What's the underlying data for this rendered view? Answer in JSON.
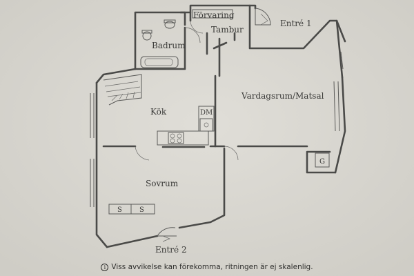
{
  "rooms": {
    "forvaring": "Förvaring",
    "tambur": "Tambur",
    "entre1": "Entré 1",
    "badrum": "Badrum",
    "kok": "Kök",
    "vardagsrum": "Vardagsrum/Matsal",
    "sovrum": "Sovrum",
    "entre2": "Entré 2"
  },
  "fixtures": {
    "dm": "DM",
    "g": "G",
    "s1": "S",
    "s2": "S"
  },
  "disclaimer": {
    "icon": "i",
    "text": "Viss avvikelse kan förekomma, ritningen är ej skalenlig."
  }
}
